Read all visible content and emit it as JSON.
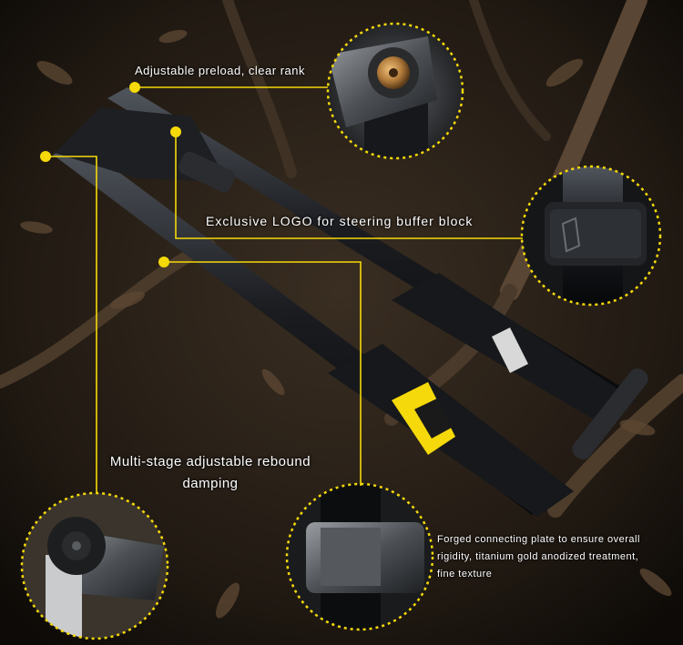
{
  "image": {
    "annotations": {
      "preload": "Adjustable preload, clear rank",
      "logo": "Exclusive LOGO for steering buffer block",
      "rebound_line1": "Multi-stage adjustable rebound",
      "rebound_line2": "damping",
      "forged_line1": "Forged connecting plate to ensure overall",
      "forged_line2": "rigidity, titanium gold anodized treatment,",
      "forged_line3": "fine texture"
    },
    "colors": {
      "accent": "#f5d90a",
      "background": "#1c1712",
      "fork_body": "#15171a",
      "anodized_gold": "#b07a3a"
    }
  }
}
